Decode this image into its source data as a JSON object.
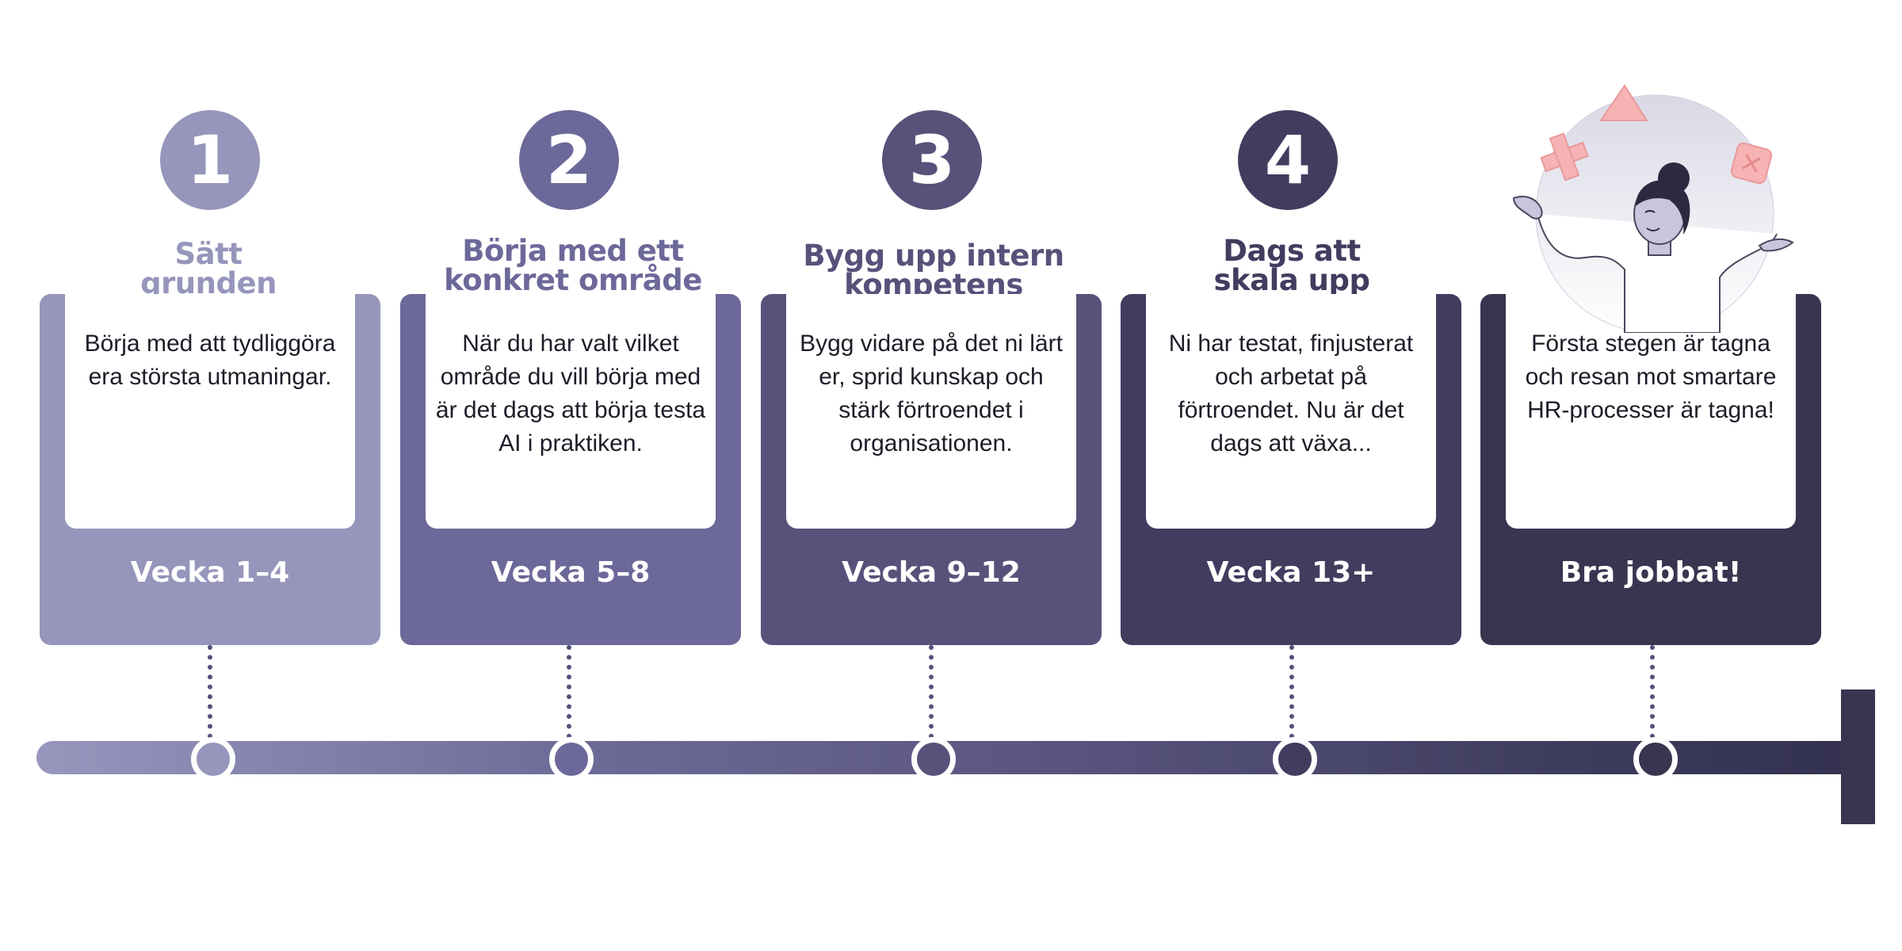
{
  "steps": [
    {
      "number": "1",
      "title_line1": "Sätt",
      "title_line2": "grunden",
      "text": "Börja med att tydliggöra era största utmaningar.",
      "label": "Vecka 1–4",
      "color": "#9695bb"
    },
    {
      "number": "2",
      "title_line1": "Börja med ett",
      "title_line2": "konkret område",
      "text": "När du har valt vilket område du vill börja med är det dags att börja testa AI i praktiken.",
      "label": "Vecka 5–8",
      "color": "#6c6899"
    },
    {
      "number": "3",
      "title_line1": "Bygg upp intern",
      "title_line2": "kompetens",
      "text": "Bygg vidare på det ni lärt er, sprid kunskap och stärk förtroendet i organisationen.",
      "label": "Vecka 9–12",
      "color": "#56527a"
    },
    {
      "number": "4",
      "title_line1": "Dags att",
      "title_line2": "skala upp",
      "text": "Ni har testat, finjusterat och arbetat på förtroendet. Nu är det dags att växa...",
      "label": "Vecka 13+",
      "color": "#413d5f"
    },
    {
      "text": "Första stegen är tagna och resan mot smartare HR-processer är tagna!",
      "label": "Bra jobbat!",
      "color": "#37354f"
    }
  ],
  "colors": {
    "timeline_start": "#9796bd",
    "timeline_end": "#33314f",
    "accent_pink": "#f7b3b3"
  },
  "icons": [
    "person-juggling-illustration",
    "triangle-icon",
    "cross-icon",
    "x-box-icon"
  ]
}
